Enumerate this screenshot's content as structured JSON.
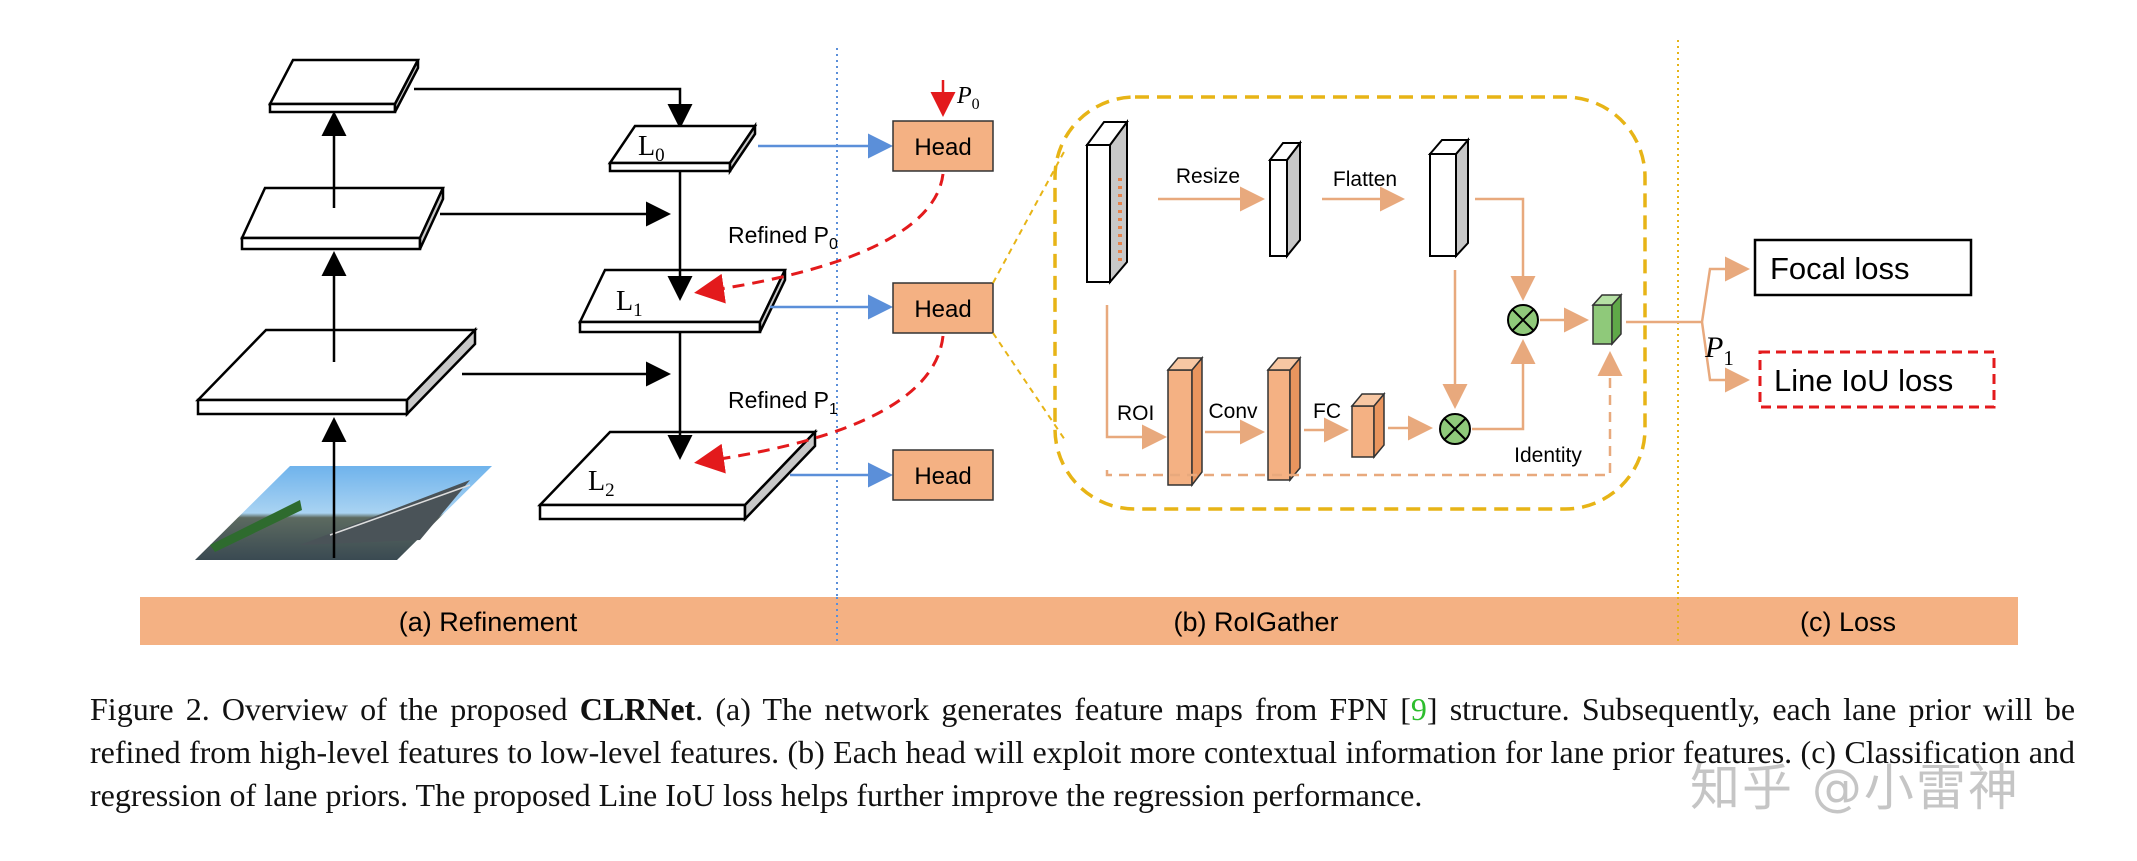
{
  "colors": {
    "head_fill": "#f4b183",
    "band_fill": "#f4b183",
    "roi_box": "#e7b416",
    "arrow_blue": "#5b8fd9",
    "arrow_orange": "#e8a97d",
    "red": "#e31a1c",
    "green_cube": "#8fc97a",
    "ref_green": "#2dbd2d"
  },
  "refinement": {
    "layers": [
      "L",
      "L",
      "L"
    ],
    "layer_subscripts": [
      "0",
      "1",
      "2"
    ],
    "head_labels": [
      "Head",
      "Head",
      "Head"
    ],
    "prior_input": "P",
    "prior_input_sub": "0",
    "refined_labels": [
      "Refined P",
      "Refined P"
    ],
    "refined_subs": [
      "0",
      "1"
    ]
  },
  "roigather": {
    "resize": "Resize",
    "flatten": "Flatten",
    "roi": "ROI",
    "conv": "Conv",
    "fc": "FC",
    "identity": "Identity"
  },
  "loss": {
    "focal": "Focal loss",
    "line_iou": "Line IoU loss",
    "p_label": "P",
    "p_sub": "1"
  },
  "sections": {
    "a": "(a) Refinement",
    "b": "(b) RoIGather",
    "c": "(c) Loss"
  },
  "caption": {
    "label": "Figure 2.",
    "t1": "Overview of the proposed",
    "bold": "CLRNet",
    "t2": ". (a) The network generates feature maps from FPN [",
    "ref": "9",
    "t3": "] structure. Subsequently, each lane prior will be refined from high-level features to low-level features. (b) Each head will exploit more contextual information for lane prior features. (c) Classification and regression of lane priors. The proposed Line IoU loss helps further improve the regression performance."
  },
  "watermark": "知乎 @小雷神"
}
